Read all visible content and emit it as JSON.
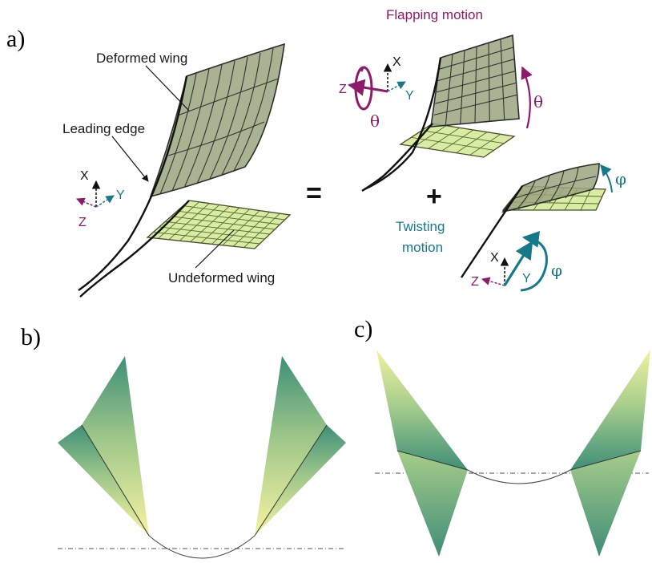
{
  "panels": {
    "a": "a)",
    "b": "b)",
    "c": "c)"
  },
  "labels": {
    "deformed_wing": "Deformed wing",
    "leading_edge": "Leading edge",
    "undeformed_wing": "Undeformed wing",
    "flapping_motion": "Flapping motion",
    "twisting_motion_line1": "Twisting",
    "twisting_motion_line2": "motion"
  },
  "operators": {
    "equals": "=",
    "plus": "+"
  },
  "axes": {
    "x": "X",
    "y": "Y",
    "z": "Z"
  },
  "angles": {
    "theta": "θ",
    "phi": "φ"
  },
  "colors": {
    "flap_accent": "#8e1a6b",
    "twist_accent": "#16798b",
    "deformed_wing_fill": "#9aa67e",
    "undeformed_wing_fill": "#d9eca4",
    "gradient_top": "#4f9c82",
    "gradient_bottom": "#f2f29a"
  }
}
